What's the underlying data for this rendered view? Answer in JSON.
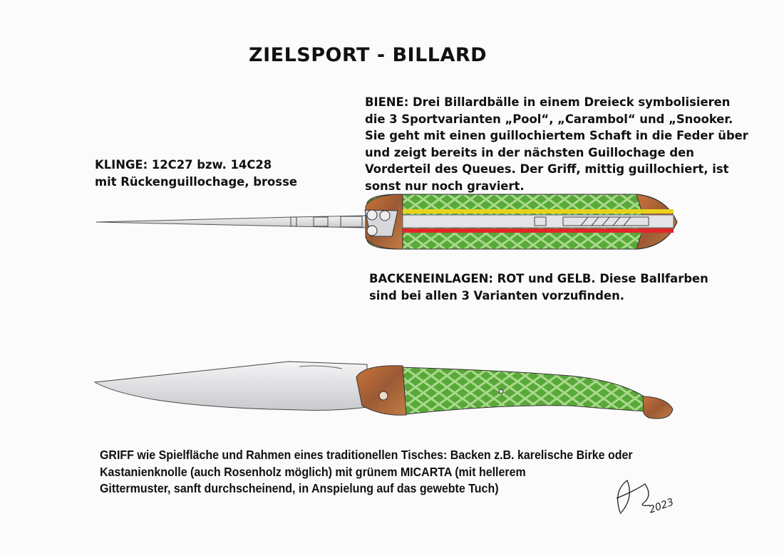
{
  "title": "ZIELSPORT - BILLARD",
  "notes": {
    "biene": "BIENE: Drei Billardbälle in einem Dreieck symbolisieren\ndie 3 Sportvarianten „Pool“, „Carambol“ und „Snooker.\nSie geht mit einen guillochiertem Schaft in die Feder über\nund zeigt bereits in der nächsten Guillochage den\nVorderteil des Queues. Der Griff, mittig guillochiert, ist\nsonst nur noch graviert.",
    "klinge": "KLINGE: 12C27 bzw. 14C28\nmit Rückenguillochage, brosse",
    "backeneinlagen": "BACKENEINLAGEN: ROT und GELB. Diese Ballfarben\nsind bei allen 3 Varianten vorzufinden.",
    "griff": "GRIFF wie Spielfläche und Rahmen eines traditionellen Tisches: Backen z.B. karelische Birke oder\nKastanienknolle (auch Rosenholz möglich) mit grünem MICARTA (mit hellerem\nGittermuster, sanft durchscheinend, in Anspielung auf das gewebte Tuch)"
  },
  "signature": {
    "year": "2023"
  },
  "colors": {
    "micarta": "#5fae3c",
    "wood": "#b8672f",
    "yellow": "#e8d21c",
    "red": "#e0262a",
    "steel": "#d9dade"
  }
}
